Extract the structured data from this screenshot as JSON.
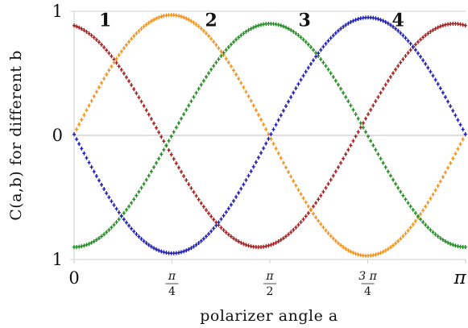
{
  "chart_data": {
    "type": "scatter",
    "xlabel": "polarizer angle a",
    "ylabel": "C(a,b) for different b",
    "xlim": [
      0,
      3.14159
    ],
    "ylim": [
      -1,
      1
    ],
    "grid": "zero line only",
    "x_ticks": [
      {
        "value": 0,
        "label": "0"
      },
      {
        "value": 0.785398,
        "label_num": "π",
        "label_den": "4"
      },
      {
        "value": 1.570796,
        "label_num": "π",
        "label_den": "2"
      },
      {
        "value": 2.356194,
        "label_num": "3 π",
        "label_den": "4"
      },
      {
        "value": 3.14159,
        "label": "π"
      }
    ],
    "y_ticks": [
      {
        "value": 1,
        "label": "1"
      },
      {
        "value": 0,
        "label": "0"
      },
      {
        "value": -1,
        "label": "1"
      }
    ],
    "series_model": "y = amplitude * cos(2 * (x - peak_x))",
    "series": [
      {
        "label": "1",
        "label_x": 0.25,
        "label_y": 0.88,
        "color": "#a61c1c",
        "peak_x": 3.05,
        "amplitude": 0.9
      },
      {
        "label": "2",
        "label_x": 1.1,
        "label_y": 0.88,
        "color": "#f0921e",
        "peak_x": 0.78,
        "amplitude": 0.97
      },
      {
        "label": "3",
        "label_x": 1.85,
        "label_y": 0.88,
        "color": "#1f8c1f",
        "peak_x": 1.57,
        "amplitude": 0.9
      },
      {
        "label": "4",
        "label_x": 2.6,
        "label_y": 0.88,
        "color": "#1b1bb5",
        "peak_x": 2.36,
        "amplitude": 0.95
      }
    ],
    "x_step": 0.02
  }
}
